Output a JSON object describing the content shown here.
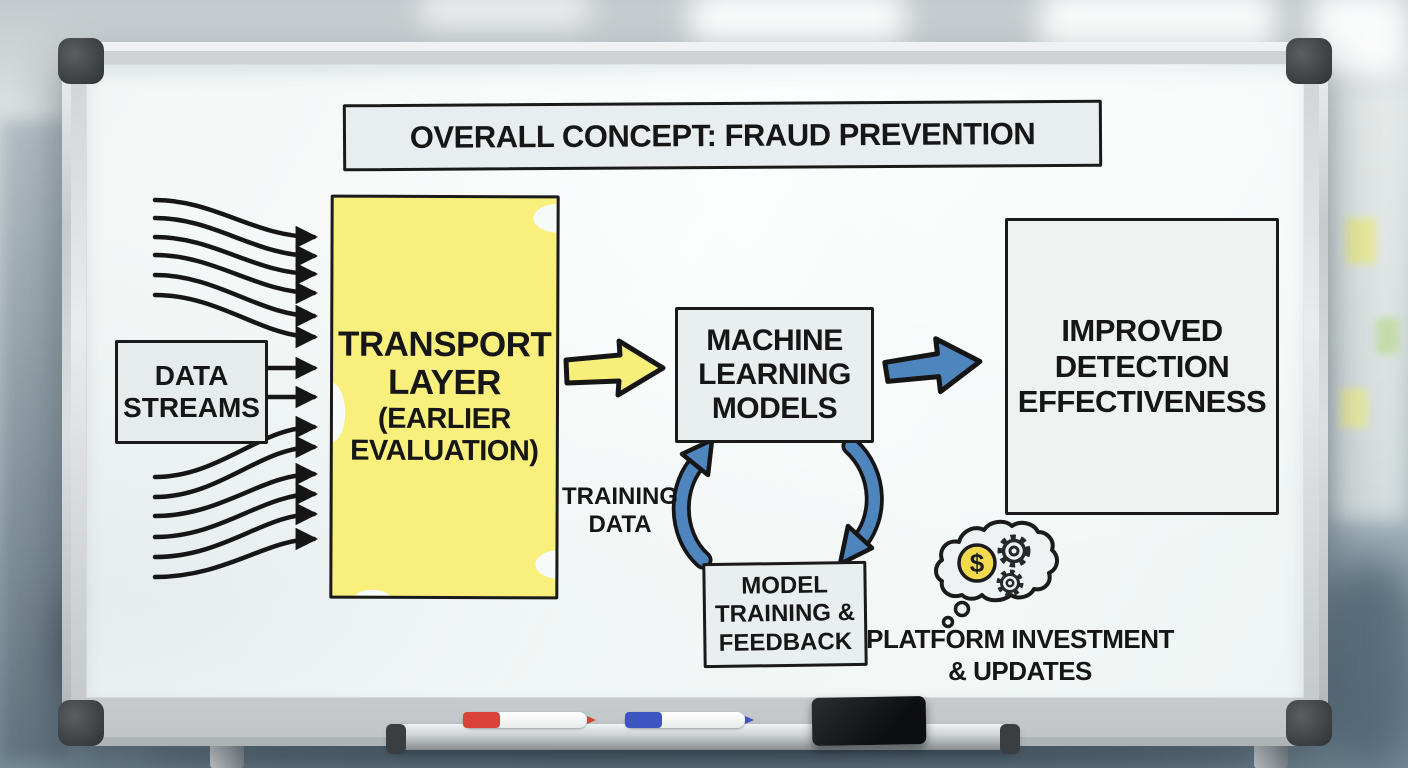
{
  "title": "OVERALL CONCEPT: FRAUD PREVENTION",
  "nodes": {
    "data_streams": {
      "label": "DATA\nSTREAMS"
    },
    "transport_layer": {
      "title": "TRANSPORT\nLAYER",
      "subtitle": "(EARLIER\nEVALUATION)"
    },
    "ml_models": {
      "label": "MACHINE\nLEARNING\nMODELS"
    },
    "improved_detection": {
      "label": "IMPROVED\nDETECTION\nEFFECTIVENESS"
    },
    "model_training": {
      "label": "MODEL\nTRAINING &\nFEEDBACK"
    }
  },
  "labels": {
    "training_data": "TRAINING\nDATA",
    "platform_investment": "PLATFORM INVESTMENT\n& UPDATES"
  },
  "icons": {
    "dollar_sign": "$"
  },
  "edges": [
    {
      "from": "data_streams",
      "to": "transport_layer",
      "style": "multi-line-arrows",
      "color": "#1a1a1a"
    },
    {
      "from": "transport_layer",
      "to": "ml_models",
      "style": "block-arrow",
      "color": "#f8ee7a"
    },
    {
      "from": "ml_models",
      "to": "improved_detection",
      "style": "block-arrow",
      "color": "#4e85bd"
    },
    {
      "from": "ml_models",
      "to": "model_training",
      "style": "curved-arrow",
      "color": "#4e85bd"
    },
    {
      "from": "model_training",
      "to": "ml_models",
      "style": "curved-arrow",
      "color": "#4e85bd"
    }
  ],
  "colors": {
    "highlight_yellow": "#f8ef7d",
    "arrow_blue": "#4e85bd",
    "ink": "#1a1a1a",
    "node_fill": "#e9efef",
    "coin_yellow": "#f2d94e"
  }
}
